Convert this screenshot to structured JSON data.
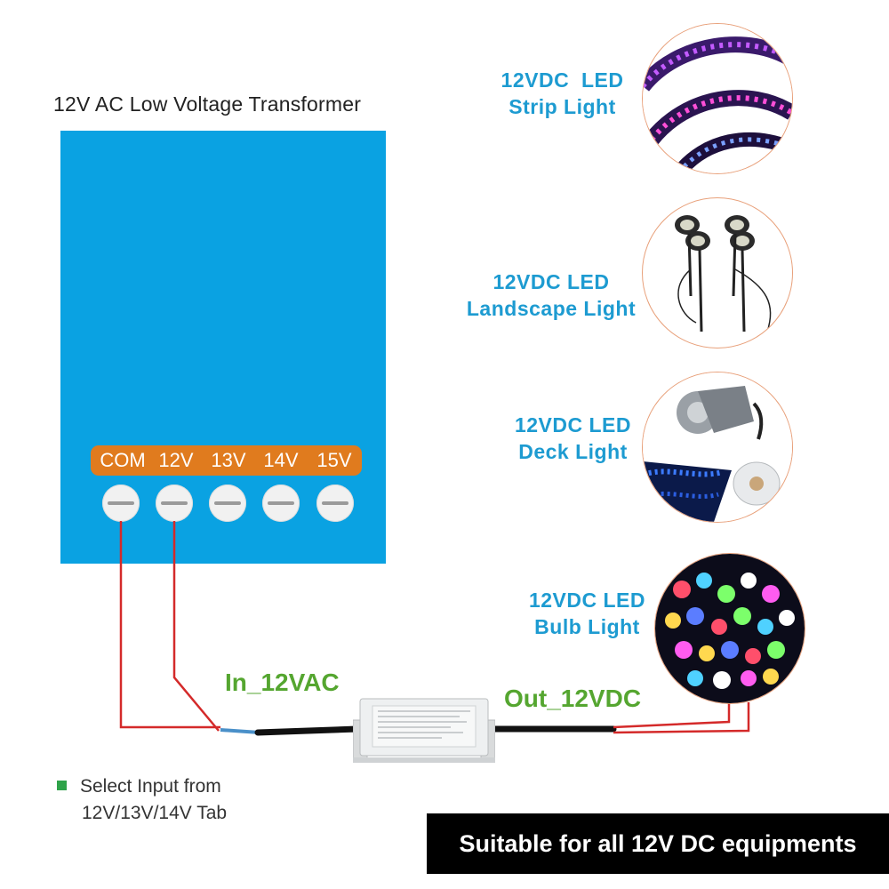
{
  "transformer": {
    "title": "12V AC Low Voltage Transformer",
    "terminals": [
      "COM",
      "12V",
      "13V",
      "14V",
      "15V"
    ],
    "body_color": "#0aa2e2",
    "strip_color": "#e07b1e"
  },
  "labels": {
    "input": "In_12VAC",
    "output": "Out_12VDC"
  },
  "products": [
    {
      "line1": "12VDC  LED",
      "line2": "Strip Light",
      "icon": "led-strip-icon"
    },
    {
      "line1": "12VDC LED",
      "line2": "Landscape Light",
      "icon": "landscape-light-icon"
    },
    {
      "line1": "12VDC LED",
      "line2": "Deck Light",
      "icon": "deck-light-icon"
    },
    {
      "line1": "12VDC LED",
      "line2": "Bulb Light",
      "icon": "bulb-light-icon"
    }
  ],
  "note": {
    "line1": "Select Input from",
    "line2": "12V/13V/14V Tab"
  },
  "banner": "Suitable for all 12V DC equipments",
  "colors": {
    "label_blue": "#1d9bd1",
    "label_green": "#55a630",
    "wire_red": "#d42a2a"
  }
}
